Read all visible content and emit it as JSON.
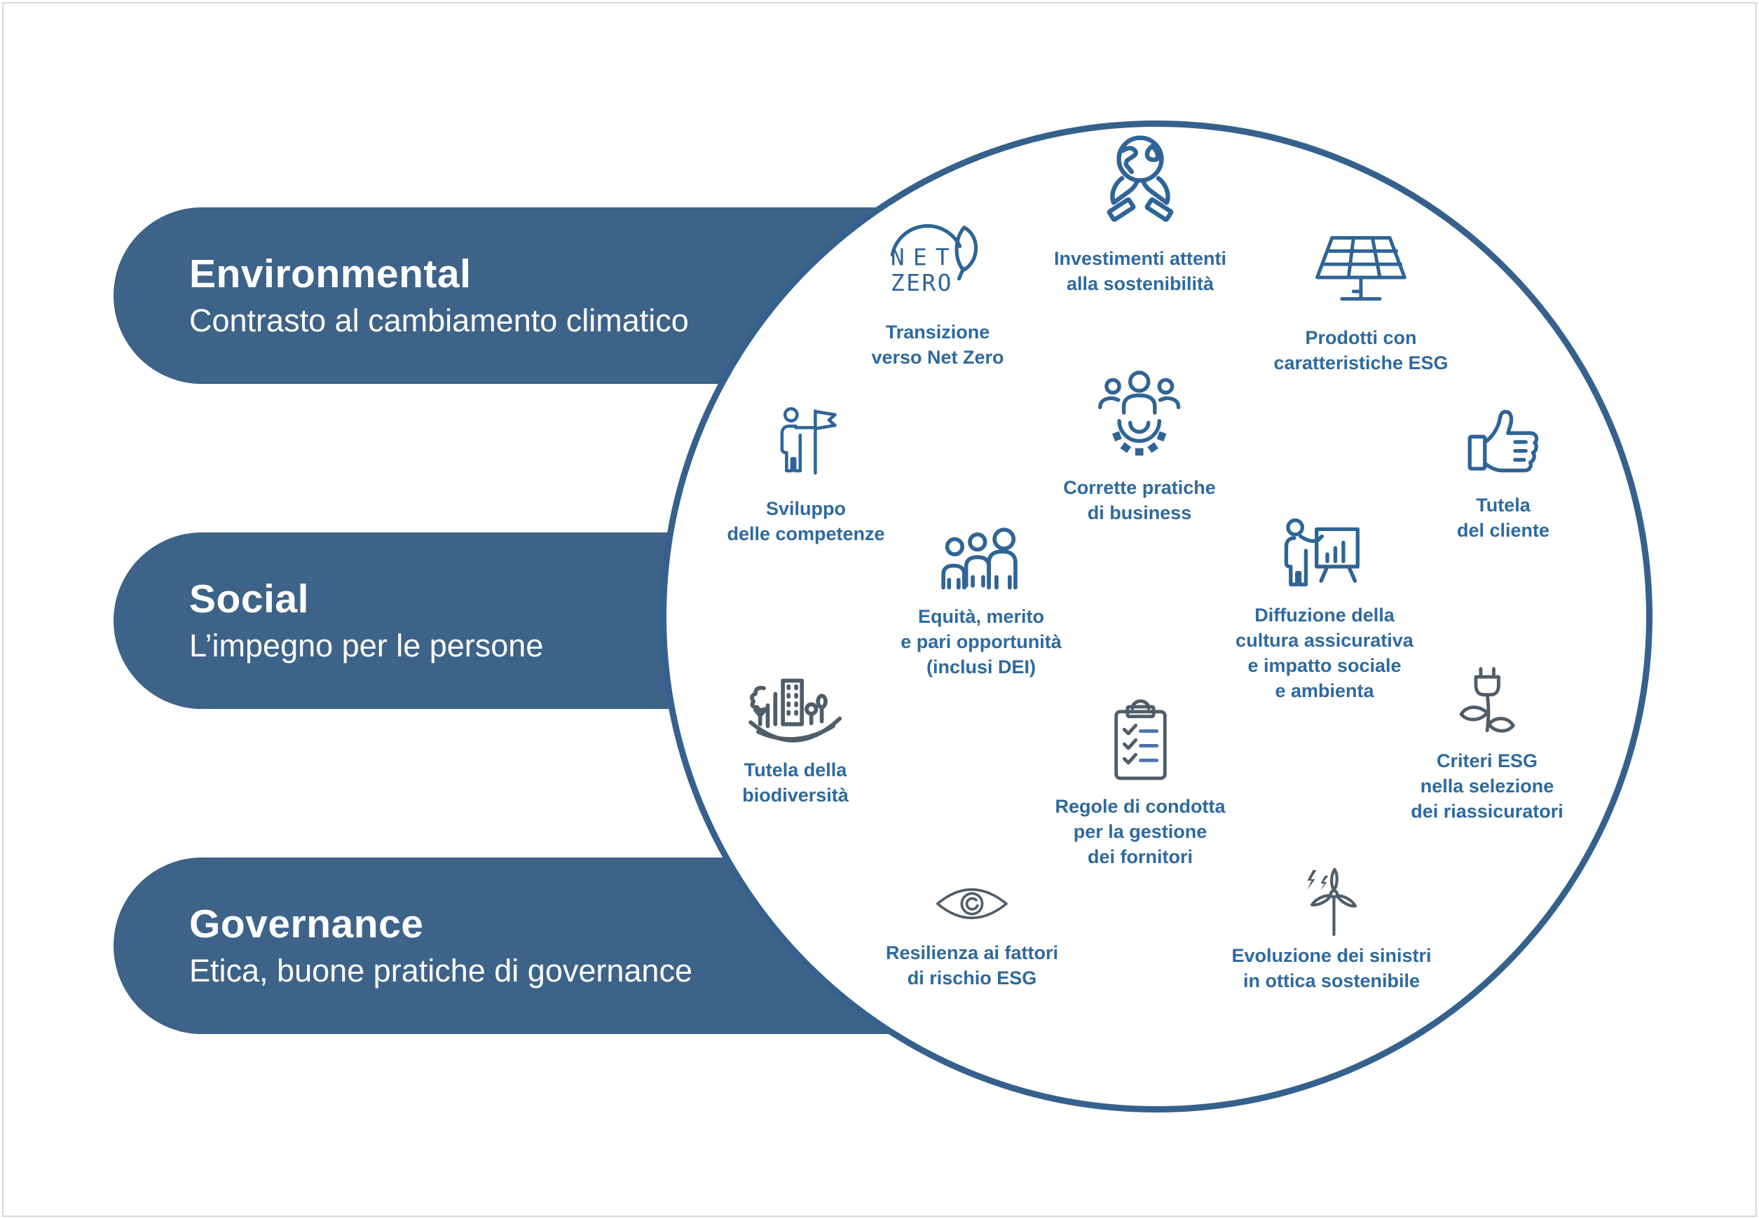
{
  "colors": {
    "bar_fill": "#3d6389",
    "circle_ring": "#35618c",
    "label_text": "#2e699f",
    "icon_blue": "#2f6496",
    "icon_slate": "#4f5d69",
    "bar_text": "#ffffff"
  },
  "bars": [
    {
      "title": "Environmental",
      "subtitle": "Contrasto al cambiamento climatico"
    },
    {
      "title": "Social",
      "subtitle": "L’impegno per le persone"
    },
    {
      "title": "Governance",
      "subtitle": "Etica, buone pratiche di governance"
    }
  ],
  "net_zero": [
    "NET",
    "ZERO"
  ],
  "items": [
    {
      "icon": "globe-hands-icon",
      "lines": [
        "Investimenti attenti",
        "alla sostenibilità"
      ]
    },
    {
      "icon": "net-zero-icon",
      "lines": [
        "Transizione",
        "verso Net Zero"
      ]
    },
    {
      "icon": "solar-panel-icon",
      "lines": [
        "Prodotti con",
        "caratteristiche ESG"
      ]
    },
    {
      "icon": "person-flag-icon",
      "lines": [
        "Sviluppo",
        "delle competenze"
      ]
    },
    {
      "icon": "people-gear-icon",
      "lines": [
        "Corrette pratiche",
        "di business"
      ]
    },
    {
      "icon": "thumbs-up-icon",
      "lines": [
        "Tutela",
        "del cliente"
      ]
    },
    {
      "icon": "three-people-icon",
      "lines": [
        "Equità, merito",
        "e pari opportunità",
        "(inclusi DEI)"
      ]
    },
    {
      "icon": "presenter-chart-icon",
      "lines": [
        "Diffuzione della",
        "cultura assicurativa",
        "e impatto sociale",
        "e ambienta"
      ]
    },
    {
      "icon": "biodiversity-icon",
      "lines": [
        "Tutela della",
        "biodiversità"
      ]
    },
    {
      "icon": "checklist-clipboard-icon",
      "lines": [
        "Regole di condotta",
        "per la gestione",
        "dei fornitori"
      ]
    },
    {
      "icon": "plug-leaf-icon",
      "lines": [
        "Criteri ESG",
        "nella selezione",
        "dei riassicuratori"
      ]
    },
    {
      "icon": "eye-icon",
      "lines": [
        "Resilienza ai fattori",
        "di rischio ESG"
      ]
    },
    {
      "icon": "wind-turbine-icon",
      "lines": [
        "Evoluzione dei sinistri",
        "in ottica sostenibile"
      ]
    }
  ]
}
